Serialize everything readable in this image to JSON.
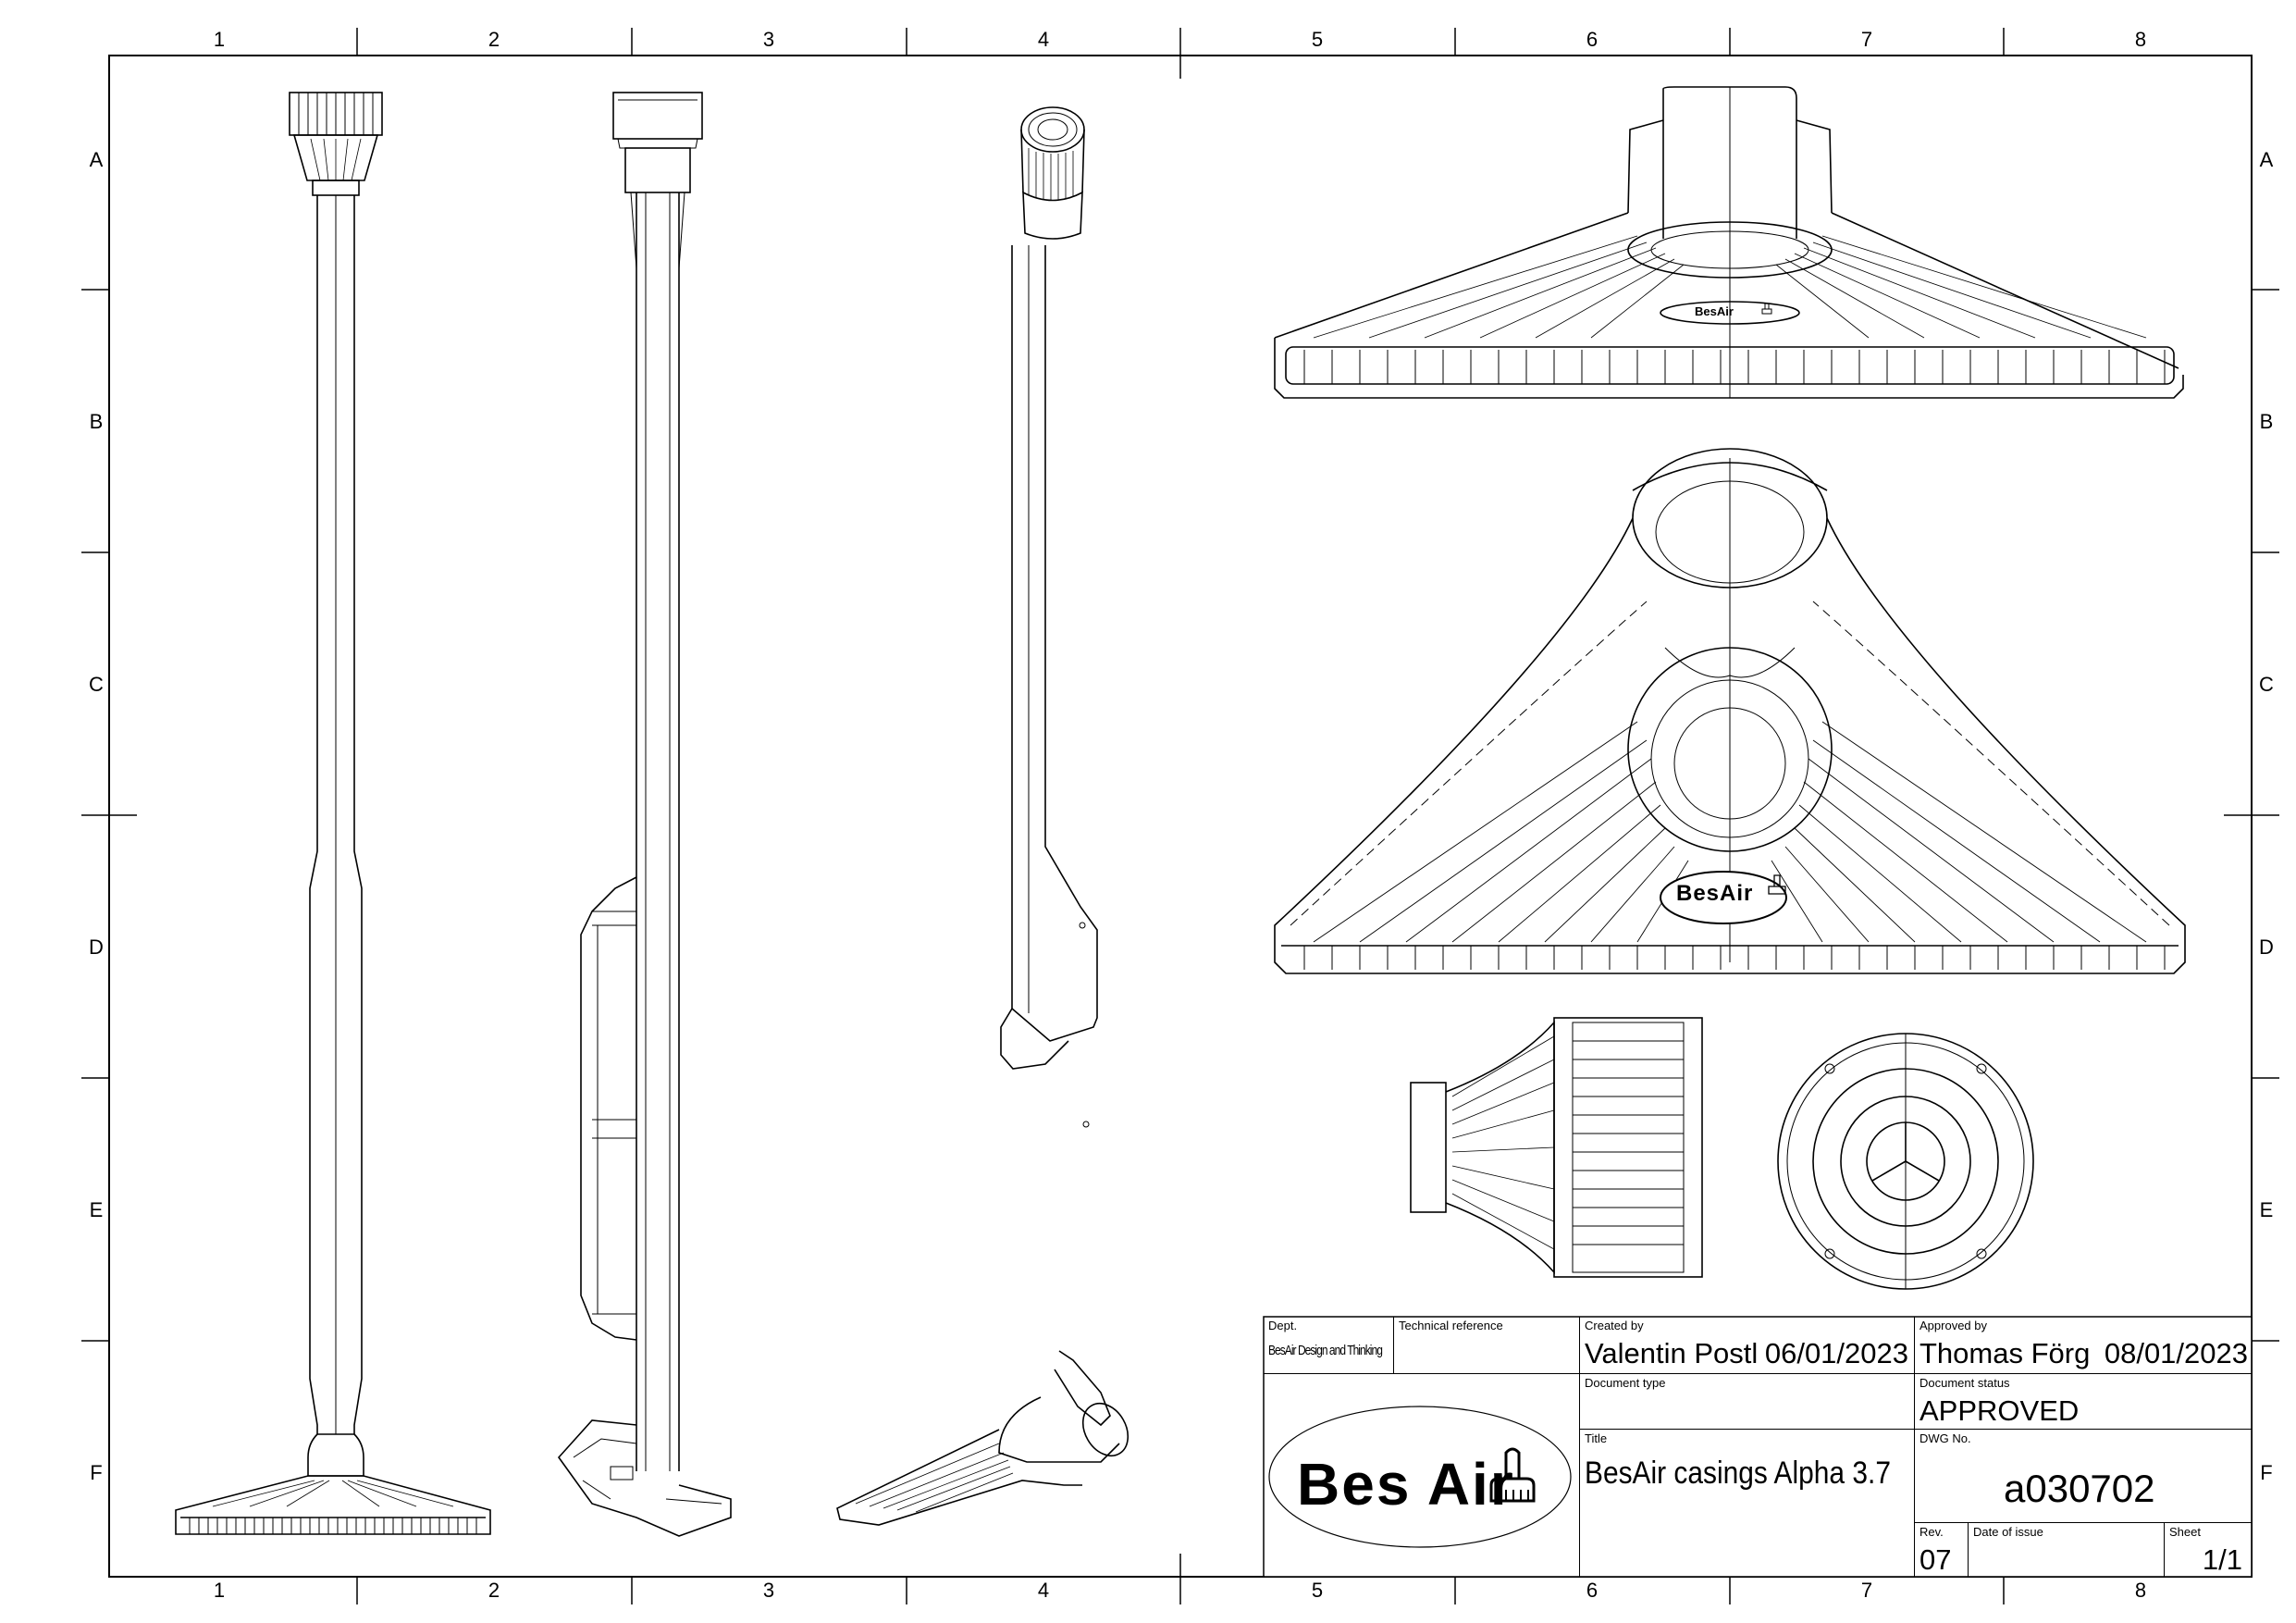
{
  "zones": {
    "cols": [
      "1",
      "2",
      "3",
      "4",
      "5",
      "6",
      "7",
      "8"
    ],
    "rows": [
      "A",
      "B",
      "C",
      "D",
      "E",
      "F"
    ]
  },
  "logo": {
    "brand": "Bes Air",
    "small_brand": "BesAir"
  },
  "title_block": {
    "dept_label": "Dept.",
    "dept_value": "BesAir Design and Thinking",
    "tech_ref_label": "Technical reference",
    "created_by_label": "Created by",
    "created_by": "Valentin Postl",
    "created_date": "06/01/2023",
    "approved_by_label": "Approved by",
    "approved_by": "Thomas Förg",
    "approved_date": "08/01/2023",
    "doc_type_label": "Document type",
    "doc_status_label": "Document status",
    "doc_status": "APPROVED",
    "title_label": "Title",
    "title": "BesAir casings Alpha 3.7",
    "dwg_label": "DWG No.",
    "dwg_no": "a030702",
    "rev_label": "Rev.",
    "rev": "07",
    "date_of_issue_label": "Date of issue",
    "sheet_label": "Sheet",
    "sheet": "1/1"
  }
}
